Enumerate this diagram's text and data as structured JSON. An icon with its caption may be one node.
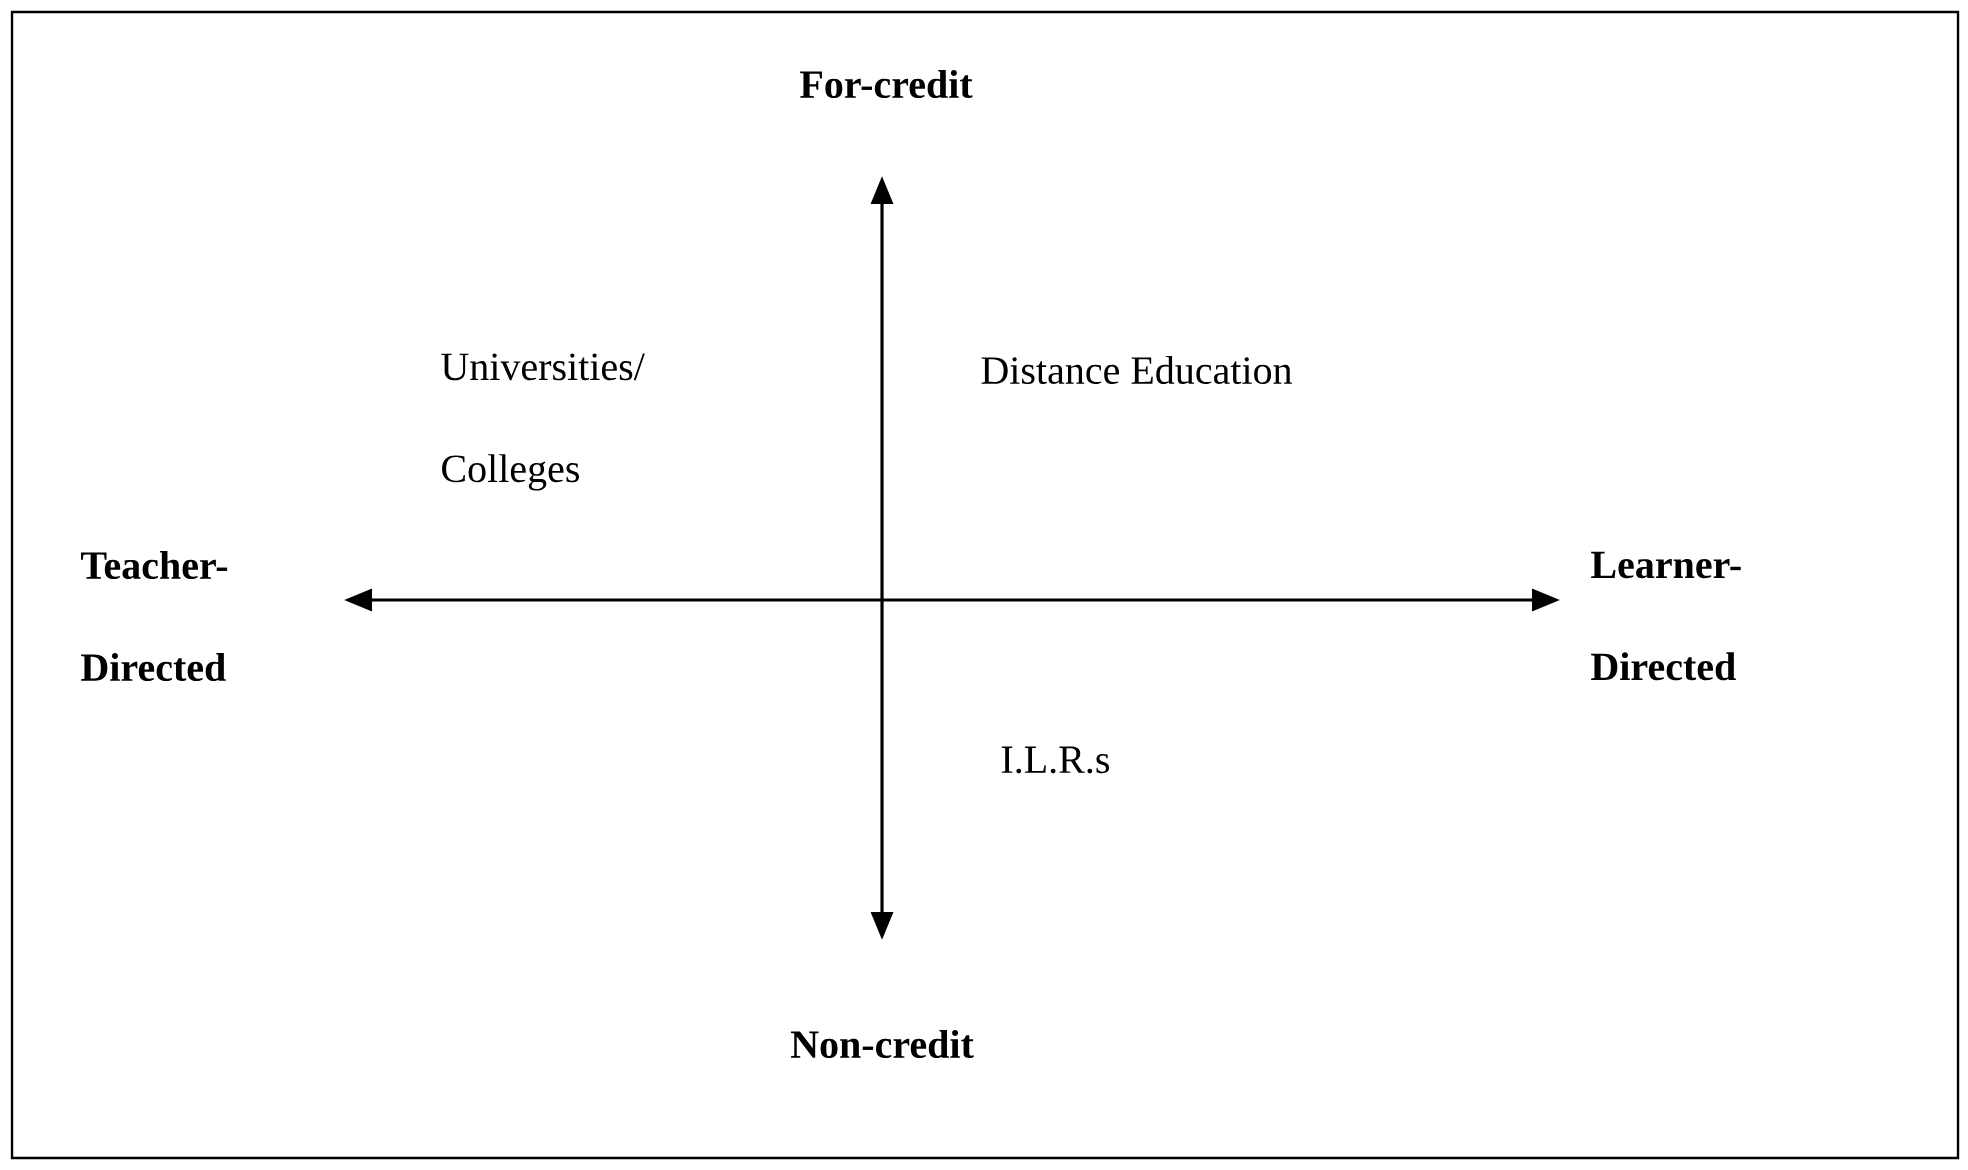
{
  "diagram": {
    "labels": [
      "For-credit",
      "Universities/ Colleges",
      "Distance Education",
      "Teacher- Directed",
      "Learner- Directed",
      "I.L.R.s",
      "Non-credit"
    ]
  }
}
